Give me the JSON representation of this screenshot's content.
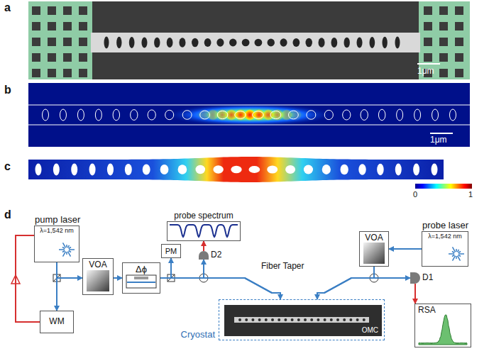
{
  "diagram": {
    "nodes": [
      {
        "text": [
          "pump laser",
          "λ=1,542 nm"
        ]
      },
      {
        "text": [
          "WM"
        ]
      },
      {
        "text": [
          "VOA"
        ]
      },
      {
        "text": [
          "Δϕ"
        ]
      },
      {
        "text": [
          "PM"
        ]
      },
      {
        "text": [
          "probe spectrum"
        ]
      },
      {
        "text": [
          "D2"
        ]
      },
      {
        "text": [
          "Cryostat"
        ]
      },
      {
        "text": [
          "OMC"
        ],
        "in": 7
      },
      {
        "text": [
          "probe laser",
          "λ=1,542 nm"
        ]
      },
      {
        "text": [
          "VOA"
        ]
      },
      {
        "text": [
          "D1"
        ]
      },
      {
        "text": [
          "RSA"
        ]
      }
    ],
    "edges": [
      {
        "from": 0,
        "to": 2,
        "arrow": "to"
      },
      {
        "from": 0,
        "to": 1,
        "arrow": "to"
      },
      {
        "from": 1,
        "to": 0,
        "arrow": "none"
      },
      {
        "from": 2,
        "to": 3,
        "arrow": "to"
      },
      {
        "from": 3,
        "to": 4,
        "arrow": "to"
      },
      {
        "from": 3,
        "to": 7,
        "arrow": "to"
      },
      {
        "from": 7,
        "to": 6,
        "arrow": "to"
      },
      {
        "from": 6,
        "to": 5,
        "arrow": "to"
      },
      {
        "from": 9,
        "to": 10,
        "arrow": "to"
      },
      {
        "from": 10,
        "to": 7,
        "arrow": "to"
      },
      {
        "from": 7,
        "to": 11,
        "arrow": "to"
      },
      {
        "from": 11,
        "to": 12,
        "arrow": "to"
      }
    ],
    "labels": [
      "a",
      "1μm",
      "b",
      "1μm",
      "c",
      "0",
      "1",
      "d",
      "Fiber Taper"
    ]
  }
}
